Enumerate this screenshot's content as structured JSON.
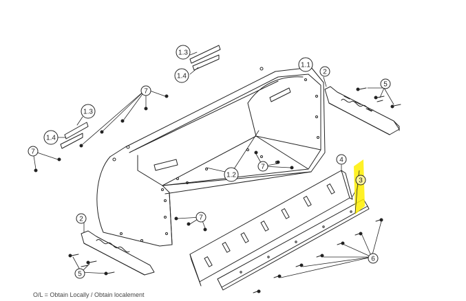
{
  "callouts": {
    "c1_1": "1.1",
    "c1_2": "1.2",
    "c1_3_top": "1.3",
    "c1_4_top": "1.4",
    "c1_3_left": "1.3",
    "c1_4_left": "1.4",
    "c2_right": "2",
    "c2_left": "2",
    "c3": "3",
    "c4": "4",
    "c5_right": "5",
    "c5_left": "5",
    "c6": "6",
    "c7_top": "7",
    "c7_left": "7",
    "c7_center": "7",
    "c7_bottom": "7"
  },
  "footnote": "O/L = Obtain Locally / Obtain localement",
  "colors": {
    "line": "#222222",
    "highlight": "#ffee00"
  }
}
